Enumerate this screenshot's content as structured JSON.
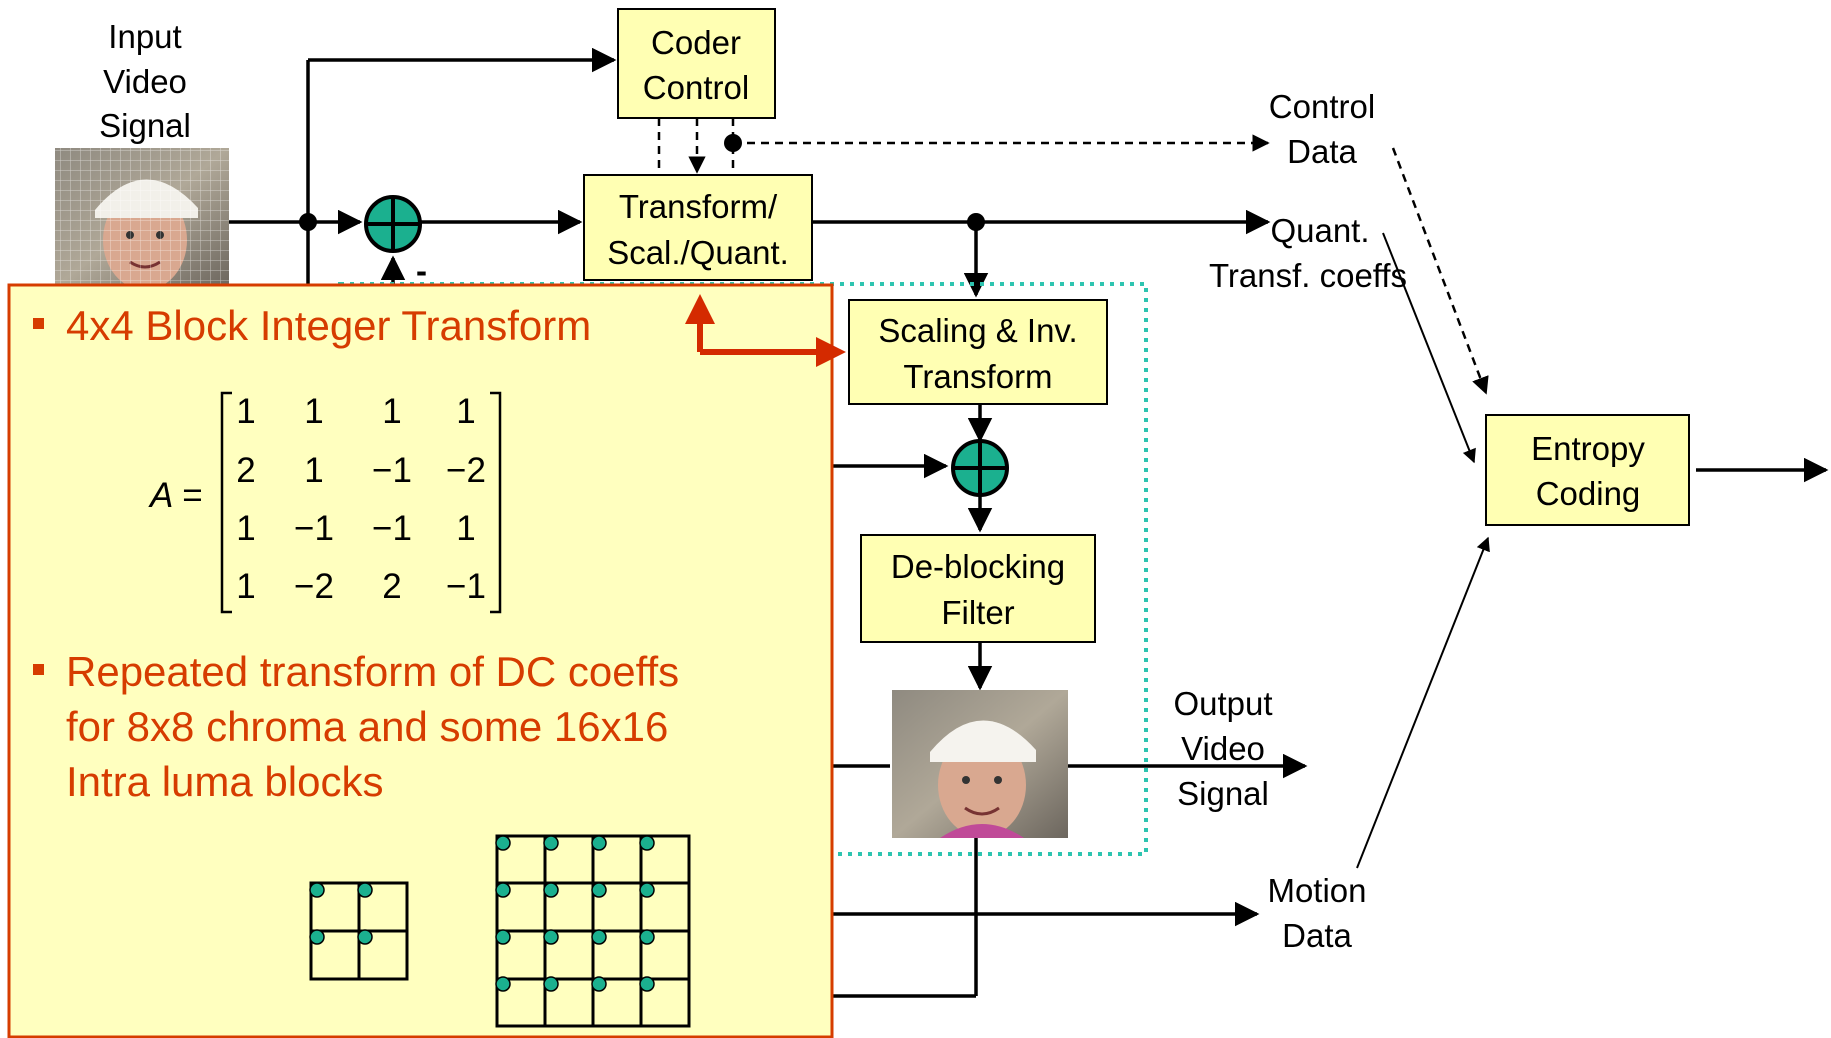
{
  "labels": {
    "input_line1": "Input",
    "input_line2": "Video",
    "input_line3": "Signal",
    "control_line1": "Control",
    "control_line2": "Data",
    "quant_line1": "Quant.",
    "quant_line2": "Transf. coeffs",
    "output_line1": "Output",
    "output_line2": "Video",
    "output_line3": "Signal",
    "motion_line1": "Motion",
    "motion_line2": "Data",
    "minus_sign": "-"
  },
  "boxes": {
    "coder_control": [
      "Coder",
      "Control"
    ],
    "transform": [
      "Transform/",
      "Scal./Quant."
    ],
    "scaling": [
      "Scaling & Inv.",
      "Transform"
    ],
    "deblocking": [
      "De-blocking",
      "Filter"
    ],
    "entropy": [
      "Entropy",
      "Coding"
    ]
  },
  "callout": {
    "bullet1": "4x4 Block Integer Transform",
    "matrix_label": "A =",
    "matrix": [
      [
        "1",
        "1",
        "1",
        "1"
      ],
      [
        "2",
        "1",
        "−1",
        "−2"
      ],
      [
        "1",
        "−1",
        "−1",
        "1"
      ],
      [
        "1",
        "−2",
        "2",
        "−1"
      ]
    ],
    "bullet2_line1": "Repeated transform of DC coeffs",
    "bullet2_line2": "for 8x8 chroma and some 16x16",
    "bullet2_line3": "Intra luma blocks"
  },
  "colors": {
    "box_fill": "#FFFFB3",
    "callout_fill": "#FFFFBF",
    "accent_red": "#D63C00",
    "arrow_red": "#D42A00",
    "teal": "#1BB08F",
    "dotted_teal": "#2EC4B0"
  }
}
